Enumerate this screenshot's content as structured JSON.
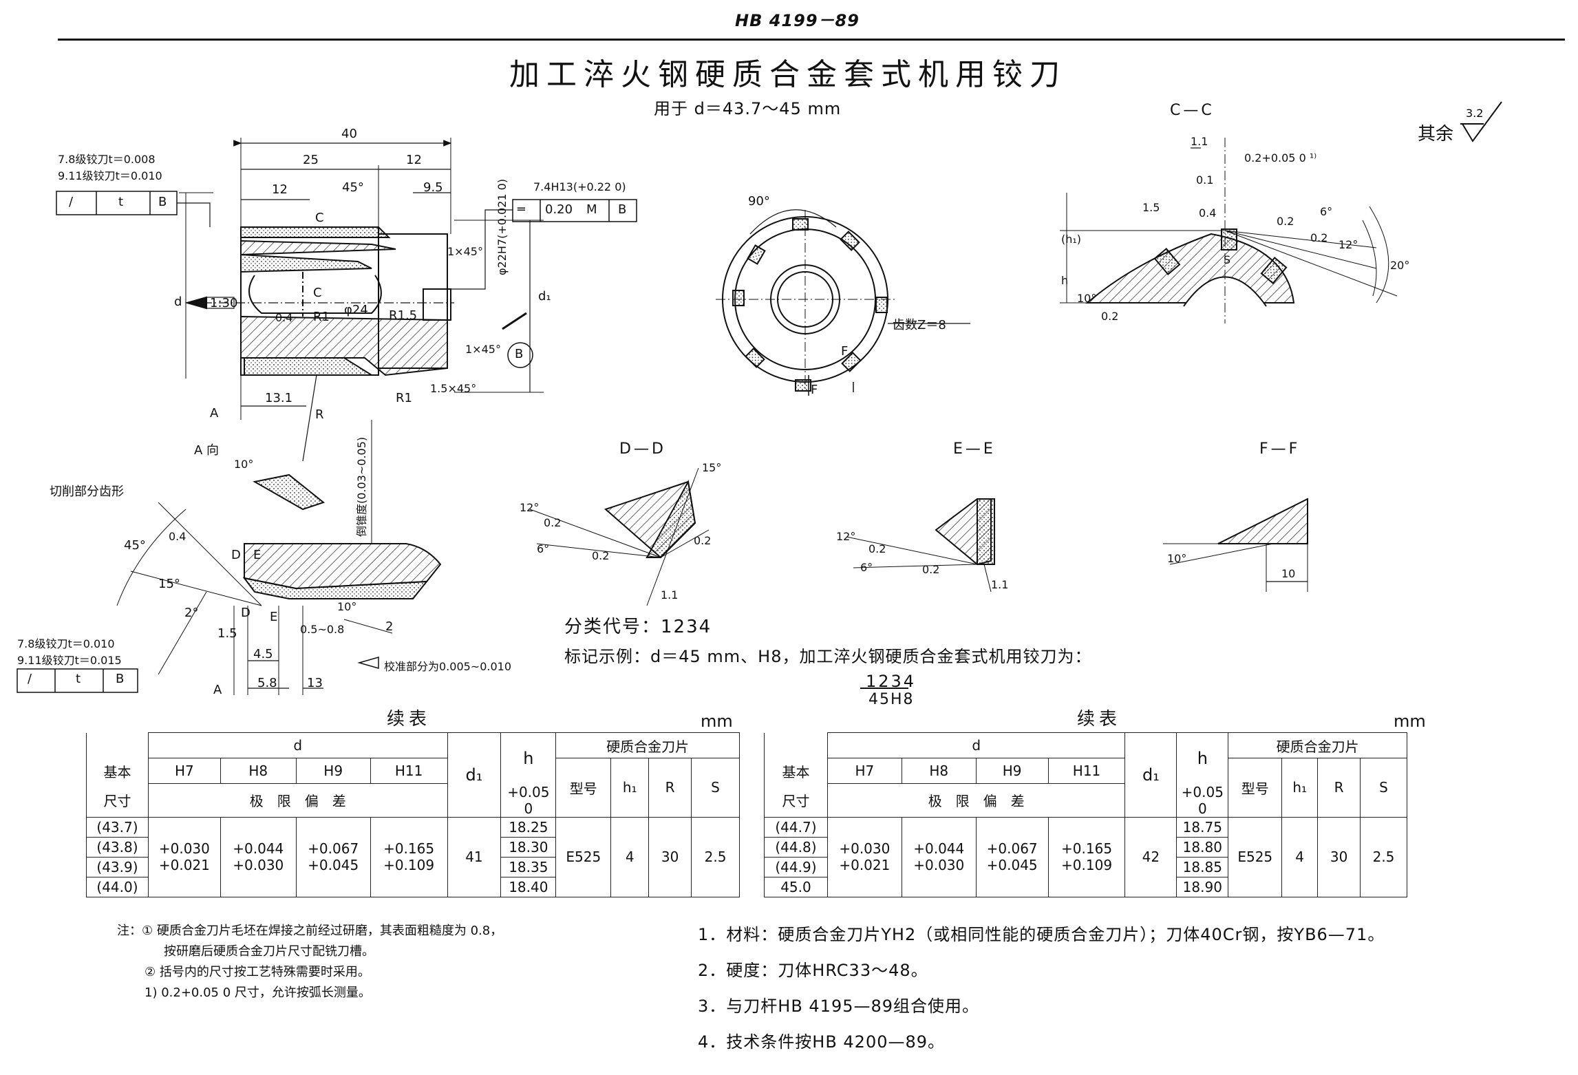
{
  "header": {
    "standard_no": "HB 4199－89"
  },
  "title": "加工淬火钢硬质合金套式机用铰刀",
  "subtitle": "用于 d＝43.7～45 mm",
  "roughness": {
    "label": "其余",
    "value": "3.2"
  },
  "views": {
    "cc": "C—C",
    "dd": "D—D",
    "ee": "E—E",
    "ff": "F—F",
    "a_direction": "A 向",
    "cutting_profile": "切削部分齿形",
    "tooth_count": "齿数Z＝8"
  },
  "dims": {
    "d40": "40",
    "d25": "25",
    "d12a": "12",
    "d12b": "12",
    "d9_5": "9.5",
    "deg45": "45°",
    "run_label1": "7.8级铰刀t＝0.008",
    "run_label2": "9.11级铰刀t＝0.010",
    "fcf_sym": "∕",
    "fcf_t": "t",
    "fcf_b": "B",
    "slot": "7.4H13(+0.22 0)",
    "sym_sym": "═",
    "sym_val": "0.20",
    "sym_m": "M",
    "sym_b": "B",
    "taper": "1:30",
    "rough04": "0.4",
    "r1a": "R1",
    "phi24": "φ24",
    "r1_5": "R1.5",
    "bore": "φ22H7(+0.021 0)",
    "ch1": "1×45°",
    "ch2": "1×45°",
    "datum_b": "B",
    "d13_1": "13.1",
    "r1b": "R1",
    "ch1_5": "1.5×45°",
    "rr": "R",
    "d1": "d₁",
    "ca": "C",
    "cb": "C",
    "da": "d",
    "deg90": "90°",
    "fa": "F",
    "fb": "F",
    "cc_1_1": "1.1",
    "cc_02": "0.2+0.05 0 ¹⁾",
    "cc_01": "0.1",
    "cc_04": "0.4",
    "cc_1_5": "1.5",
    "cc_h1": "(h₁)",
    "cc_h": "h",
    "cc_6": "6°",
    "cc_02b": "0.2",
    "cc_02c": "0.2",
    "cc_12": "12°",
    "cc_20": "20°",
    "cc_s": "S",
    "cc_10": "10°",
    "cc_02d": "0.2",
    "a10": "10°",
    "a45": "45°",
    "a15": "15°",
    "a2": "2°",
    "a04": "0.4",
    "a_d": "D",
    "a_e": "E",
    "a_e2": "E",
    "a_d2": "D",
    "a1_5": "1.5",
    "a4_5": "4.5",
    "a5_8": "5.8",
    "a13": "13",
    "a05_08": "0.5~0.8",
    "a2b": "2",
    "a10b": "10°",
    "a_a1": "A",
    "a_a2": "A",
    "a_back": "倒锥度(0.03~0.05)",
    "run2_label1": "7.8级铰刀t＝0.010",
    "run2_label2": "9.11级铰刀t＝0.015",
    "calib": "校准部分为0.005~0.010",
    "dd15": "15°",
    "dd12": "12°",
    "dd6": "6°",
    "dd02a": "0.2",
    "dd02b": "0.2",
    "dd02c": "0.2",
    "dd1_1": "1.1",
    "ee12": "12°",
    "ee6": "6°",
    "ee02a": "0.2",
    "ee02b": "0.2",
    "ee1_1": "1.1",
    "ff10": "10°",
    "ff10b": "10"
  },
  "class_code": "分类代号：1234",
  "marking": "标记示例：d＝45 mm、H8，加工淬火钢硬质合金套式机用铰刀为：",
  "marking_code": {
    "top": "1234",
    "bottom": "45H8"
  },
  "tables": [
    {
      "caption": "续表",
      "unit": "mm",
      "h_d": "d",
      "h_basic1": "基本",
      "h_basic2": "尺寸",
      "fits": [
        "H7",
        "H8",
        "H9",
        "H11"
      ],
      "h_dev": "极　限　偏　差",
      "h_d1": "d₁",
      "h_h": "h",
      "h_htol": "+0.05 0",
      "h_insert": "硬质合金刀片",
      "h_type": "型号",
      "h_h1": "h₁",
      "h_r": "R",
      "h_s": "S",
      "basic": [
        "(43.7)",
        "(43.8)",
        "(43.9)",
        "(44.0)"
      ],
      "h7": [
        "+0.030",
        "+0.021"
      ],
      "h8": [
        "+0.044",
        "+0.030"
      ],
      "h9": [
        "+0.067",
        "+0.045"
      ],
      "h11": [
        "+0.165",
        "+0.109"
      ],
      "d1": "41",
      "h_vals": [
        "18.25",
        "18.30",
        "18.35",
        "18.40"
      ],
      "type": "E525",
      "h1": "4",
      "r": "30",
      "s": "2.5"
    },
    {
      "caption": "续表",
      "unit": "mm",
      "h_d": "d",
      "h_basic1": "基本",
      "h_basic2": "尺寸",
      "fits": [
        "H7",
        "H8",
        "H9",
        "H11"
      ],
      "h_dev": "极　限　偏　差",
      "h_d1": "d₁",
      "h_h": "h",
      "h_htol": "+0.05 0",
      "h_insert": "硬质合金刀片",
      "h_type": "型号",
      "h_h1": "h₁",
      "h_r": "R",
      "h_s": "S",
      "basic": [
        "(44.7)",
        "(44.8)",
        "(44.9)",
        "45.0"
      ],
      "h7": [
        "+0.030",
        "+0.021"
      ],
      "h8": [
        "+0.044",
        "+0.030"
      ],
      "h9": [
        "+0.067",
        "+0.045"
      ],
      "h11": [
        "+0.165",
        "+0.109"
      ],
      "d1": "42",
      "h_vals": [
        "18.75",
        "18.80",
        "18.85",
        "18.90"
      ],
      "type": "E525",
      "h1": "4",
      "r": "30",
      "s": "2.5"
    }
  ],
  "notes": [
    "注：① 硬质合金刀片毛坯在焊接之前经过研磨，其表面粗糙度为 0.8，",
    "按研磨后硬质合金刀片尺寸配铣刀槽。",
    "② 括号内的尺寸按工艺特殊需要时采用。",
    "1) 0.2+0.05 0 尺寸，允许按弧长测量。"
  ],
  "tech": [
    "1．材料：硬质合金刀片YH2（或相同性能的硬质合金刀片）；刀体40Cr钢，按YB6—71。",
    "2．硬度：刀体HRC33～48。",
    "3．与刀杆HB 4195—89组合使用。",
    "4．技术条件按HB 4200—89。"
  ]
}
